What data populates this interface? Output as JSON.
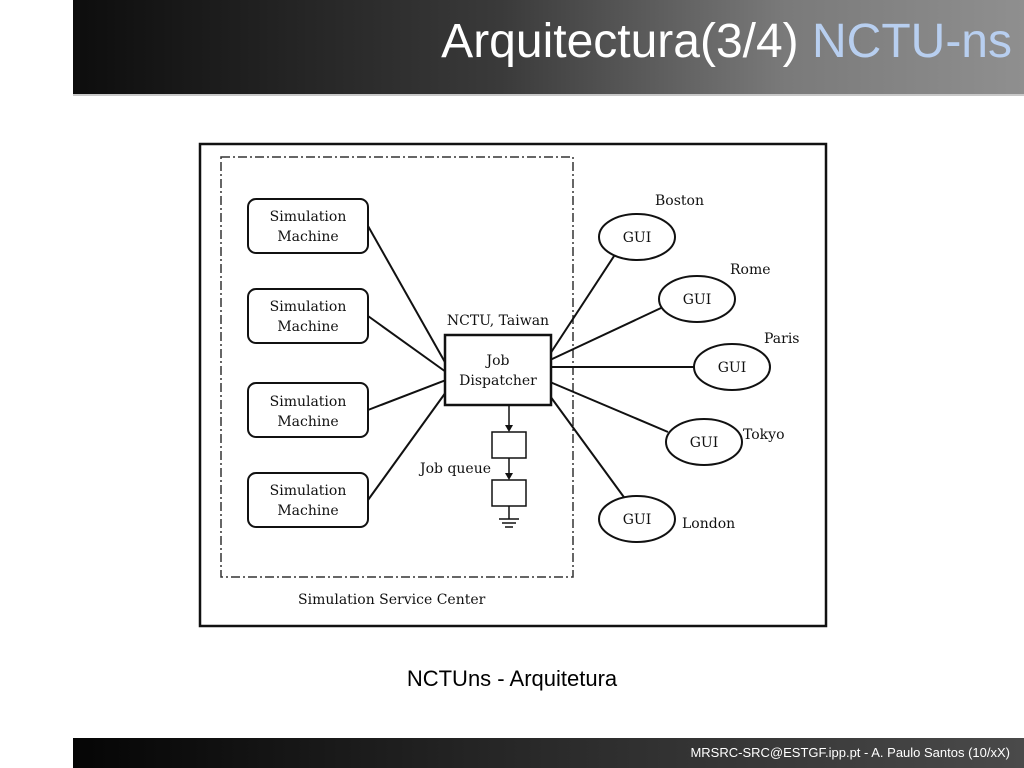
{
  "slide": {
    "title_main": "Arquitectura(3/4) ",
    "title_accent": "NCTU-ns",
    "caption": "NCTUns - Arquitetura",
    "footer": "MRSRC-SRC@ESTGF.ipp.pt  - A. Paulo Santos (10/xX)"
  },
  "diagram": {
    "service_center_label": "Simulation Service Center",
    "simulation_machines": [
      {
        "line1": "Simulation",
        "line2": "Machine"
      },
      {
        "line1": "Simulation",
        "line2": "Machine"
      },
      {
        "line1": "Simulation",
        "line2": "Machine"
      },
      {
        "line1": "Simulation",
        "line2": "Machine"
      }
    ],
    "dispatcher_location": "NCTU, Taiwan",
    "dispatcher": {
      "line1": "Job",
      "line2": "Dispatcher"
    },
    "job_queue_label": "Job queue",
    "clients": [
      {
        "gui": "GUI",
        "city": "Boston"
      },
      {
        "gui": "GUI",
        "city": "Rome"
      },
      {
        "gui": "GUI",
        "city": "Paris"
      },
      {
        "gui": "GUI",
        "city": "Tokyo"
      },
      {
        "gui": "GUI",
        "city": "London"
      }
    ]
  }
}
